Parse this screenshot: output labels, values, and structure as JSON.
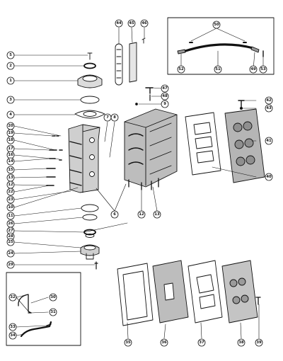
{
  "diagram": {
    "callouts": [
      {
        "id": "c5",
        "label": "5"
      },
      {
        "id": "c2",
        "label": "2"
      },
      {
        "id": "c1",
        "label": "1"
      },
      {
        "id": "c3",
        "label": "3"
      },
      {
        "id": "c4",
        "label": "4"
      },
      {
        "id": "c20",
        "label": "20"
      },
      {
        "id": "c19",
        "label": "19"
      },
      {
        "id": "c18",
        "label": "18"
      },
      {
        "id": "c17",
        "label": "17"
      },
      {
        "id": "c16",
        "label": "16"
      },
      {
        "id": "c14",
        "label": "14"
      },
      {
        "id": "c15",
        "label": "15"
      },
      {
        "id": "c13",
        "label": "13"
      },
      {
        "id": "c12",
        "label": "12"
      },
      {
        "id": "c22",
        "label": "22"
      },
      {
        "id": "c23",
        "label": "23"
      },
      {
        "id": "c10",
        "label": "10"
      },
      {
        "id": "c11",
        "label": "11"
      },
      {
        "id": "c26",
        "label": "26"
      },
      {
        "id": "c27",
        "label": "27"
      },
      {
        "id": "c28",
        "label": "28"
      },
      {
        "id": "c25",
        "label": "25"
      },
      {
        "id": "c24",
        "label": "24"
      },
      {
        "id": "c29",
        "label": "29"
      },
      {
        "id": "c7",
        "label": "7"
      },
      {
        "id": "c8",
        "label": "8"
      },
      {
        "id": "c6",
        "label": "6"
      },
      {
        "id": "c12b",
        "label": "12"
      },
      {
        "id": "c13b",
        "label": "13"
      },
      {
        "id": "c44",
        "label": "44"
      },
      {
        "id": "c45",
        "label": "45"
      },
      {
        "id": "c46",
        "label": "46"
      },
      {
        "id": "c47",
        "label": "47"
      },
      {
        "id": "c48",
        "label": "48"
      },
      {
        "id": "c9",
        "label": "9"
      },
      {
        "id": "c50",
        "label": "50"
      },
      {
        "id": "c52",
        "label": "52"
      },
      {
        "id": "c51",
        "label": "51"
      },
      {
        "id": "c49",
        "label": "49"
      },
      {
        "id": "c53",
        "label": "53"
      },
      {
        "id": "c42",
        "label": "42"
      },
      {
        "id": "c43",
        "label": "43"
      },
      {
        "id": "c41",
        "label": "41"
      },
      {
        "id": "c40",
        "label": "40"
      },
      {
        "id": "c32",
        "label": "32"
      },
      {
        "id": "c30",
        "label": "30"
      },
      {
        "id": "c31",
        "label": "31"
      },
      {
        "id": "c33",
        "label": "33"
      },
      {
        "id": "c34",
        "label": "34"
      },
      {
        "id": "c35",
        "label": "35"
      },
      {
        "id": "c36",
        "label": "36"
      },
      {
        "id": "c37",
        "label": "37"
      },
      {
        "id": "c38",
        "label": "38"
      },
      {
        "id": "c39",
        "label": "39"
      }
    ]
  }
}
